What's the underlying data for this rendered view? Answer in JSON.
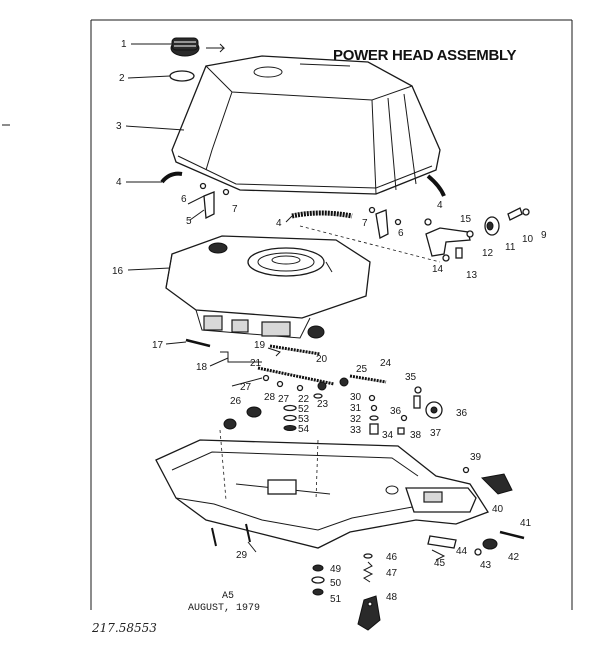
{
  "title": "POWER HEAD ASSEMBLY",
  "footer": {
    "code": "A5",
    "date": "AUGUST, 1979",
    "part_number": "217.58553"
  },
  "callouts": [
    "1",
    "2",
    "3",
    "4",
    "5",
    "6",
    "7",
    "4",
    "4",
    "7",
    "6",
    "15",
    "12",
    "11",
    "10",
    "9",
    "14",
    "13",
    "16",
    "17",
    "18",
    "19",
    "20",
    "21",
    "23",
    "24",
    "25",
    "26",
    "27",
    "28",
    "27",
    "22",
    "52",
    "53",
    "54",
    "30",
    "31",
    "32",
    "33",
    "35",
    "36",
    "37",
    "36",
    "38",
    "34",
    "39",
    "40",
    "41",
    "42",
    "43",
    "44",
    "45",
    "46",
    "47",
    "48",
    "29",
    "49",
    "50",
    "51"
  ]
}
